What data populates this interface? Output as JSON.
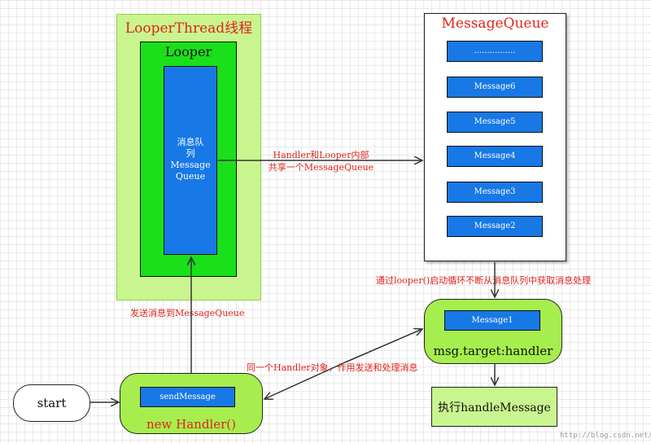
{
  "looper_thread": {
    "title": "LooperThread线程"
  },
  "looper": {
    "title": "Looper"
  },
  "inner_queue": {
    "line1": "消息队",
    "line2": "列",
    "line3": "Message",
    "line4": "Queue"
  },
  "message_queue": {
    "title": "MessageQueue",
    "items": [
      "................",
      "Message6",
      "Message5",
      "Message4",
      "Message3",
      "Message2"
    ]
  },
  "handler_box": {
    "message": "Message1",
    "label": "msg.target:handler"
  },
  "exec_box": {
    "label": "执行handleMessage"
  },
  "new_handler": {
    "button": "sendMessage",
    "label": "new Handler()"
  },
  "start": {
    "label": "start"
  },
  "edges": {
    "shared_line1": "Handler和Looper内部",
    "shared_line2": "共享一个MessageQueue",
    "loop": "通过looper()启动循环不断从消息队列中获取消息处理",
    "send": "发送消息到MessageQueue",
    "same_handler": "同一个Handler对象，作用发送和处理消息"
  },
  "watermark": "http://blog.csdn.net/",
  "colors": {
    "light_green": "#c9f58f",
    "green": "#1ae01a",
    "blue": "#1778e6",
    "red": "#e0241b"
  }
}
